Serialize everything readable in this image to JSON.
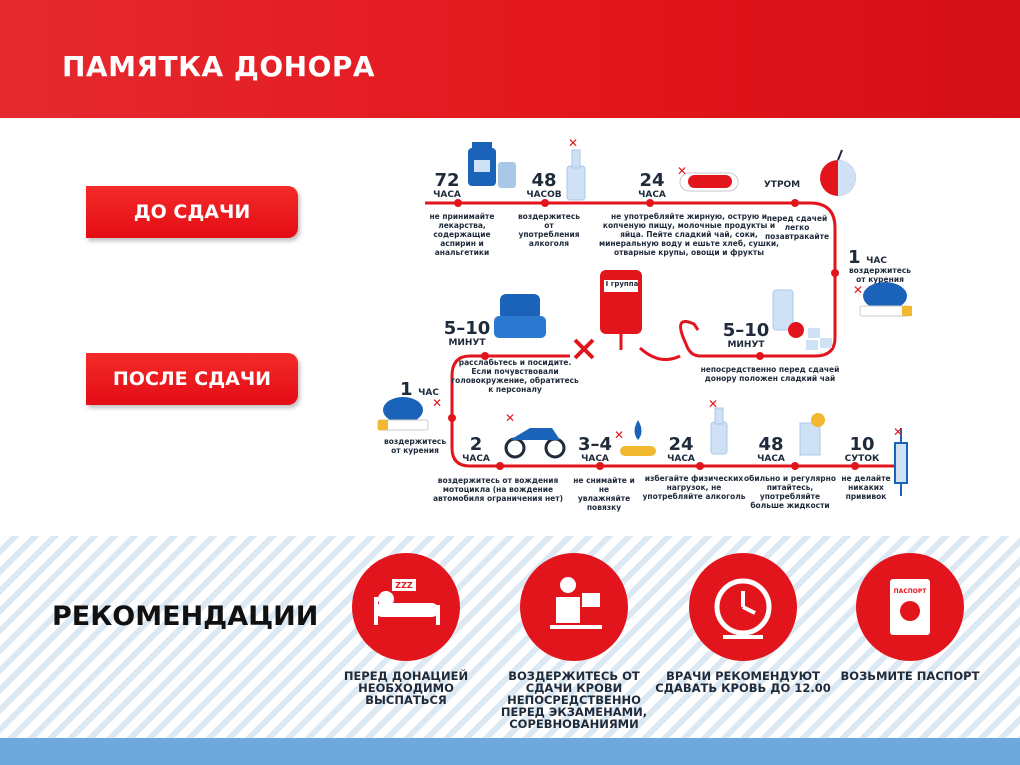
{
  "header": {
    "title": "ПАМЯТКА ДОНОРА"
  },
  "stages": {
    "before": "ДО СДАЧИ",
    "after": "ПОСЛЕ СДАЧИ"
  },
  "before": {
    "n72": {
      "num": "72",
      "unit": "ЧАСА",
      "desc": "не принимайте лекарства, содержащие аспирин и анальгетики"
    },
    "n48": {
      "num": "48",
      "unit": "ЧАСОВ",
      "desc": "воздержитесь от употребления алкоголя"
    },
    "n24": {
      "num": "24",
      "unit": "ЧАСА",
      "desc": "не употребляйте жирную, острую и копченую пищу, молочные продукты и яйца. Пейте сладкий чай, соки, минеральную воду и ешьте хлеб, сушки, отварные крупы, овощи и фрукты"
    },
    "morning": {
      "label": "УТРОМ",
      "desc": "перед сдачей легко позавтракайте"
    },
    "hour1": {
      "num": "1",
      "unit": "ЧАС",
      "desc": "воздержитесь от курения"
    },
    "min510": {
      "num": "5–10",
      "unit": "МИНУТ",
      "desc": "непосредственно перед сдачей донору положен сладкий чай"
    },
    "bag_label": "I группа"
  },
  "after": {
    "min510": {
      "num": "5–10",
      "unit": "МИНУТ",
      "desc": "расслабьтесь и посидите. Если почувствовали головокружение, обратитесь к персоналу"
    },
    "hour1": {
      "num": "1",
      "unit": "ЧАС",
      "desc": "воздержитесь от курения"
    },
    "h2": {
      "num": "2",
      "unit": "ЧАСА",
      "desc": "воздержитесь от вождения мотоцикла (на вождение автомобиля ограничения нет)"
    },
    "h34": {
      "num": "3–4",
      "unit": "ЧАСА",
      "desc": "не снимайте и не увлажняйте повязку"
    },
    "h24": {
      "num": "24",
      "unit": "ЧАСА",
      "desc": "избегайте физических нагрузок, не употребляйте алкоголь"
    },
    "h48": {
      "num": "48",
      "unit": "ЧАСА",
      "desc": "обильно и регулярно питайтесь, употребляйте больше жидкости"
    },
    "d10": {
      "num": "10",
      "unit": "СУТОК",
      "desc": "не делайте никаких прививок"
    }
  },
  "recommendations": {
    "title": "РЕКОМЕНДАЦИИ",
    "items": [
      {
        "label": "ПЕРЕД ДОНАЦИЕЙ НЕОБХОДИМО ВЫСПАТЬСЯ",
        "icon_text": "ZZZ"
      },
      {
        "label": "ВОЗДЕРЖИТЕСЬ ОТ СДАЧИ КРОВИ НЕПОСРЕДСТВЕННО ПЕРЕД ЭКЗАМЕНАМИ, СОРЕВНОВАНИЯМИ"
      },
      {
        "label": "ВРАЧИ РЕКОМЕНДУЮТ СДАВАТЬ КРОВЬ ДО 12.00"
      },
      {
        "label": "ВОЗЬМИТЕ ПАСПОРТ",
        "icon_text": "ПАСПОРТ"
      }
    ]
  },
  "colors": {
    "accent": "#e3151c",
    "navy": "#1f2a3a",
    "blue": "#1a63b8",
    "light_blue": "#6fa8dc"
  }
}
